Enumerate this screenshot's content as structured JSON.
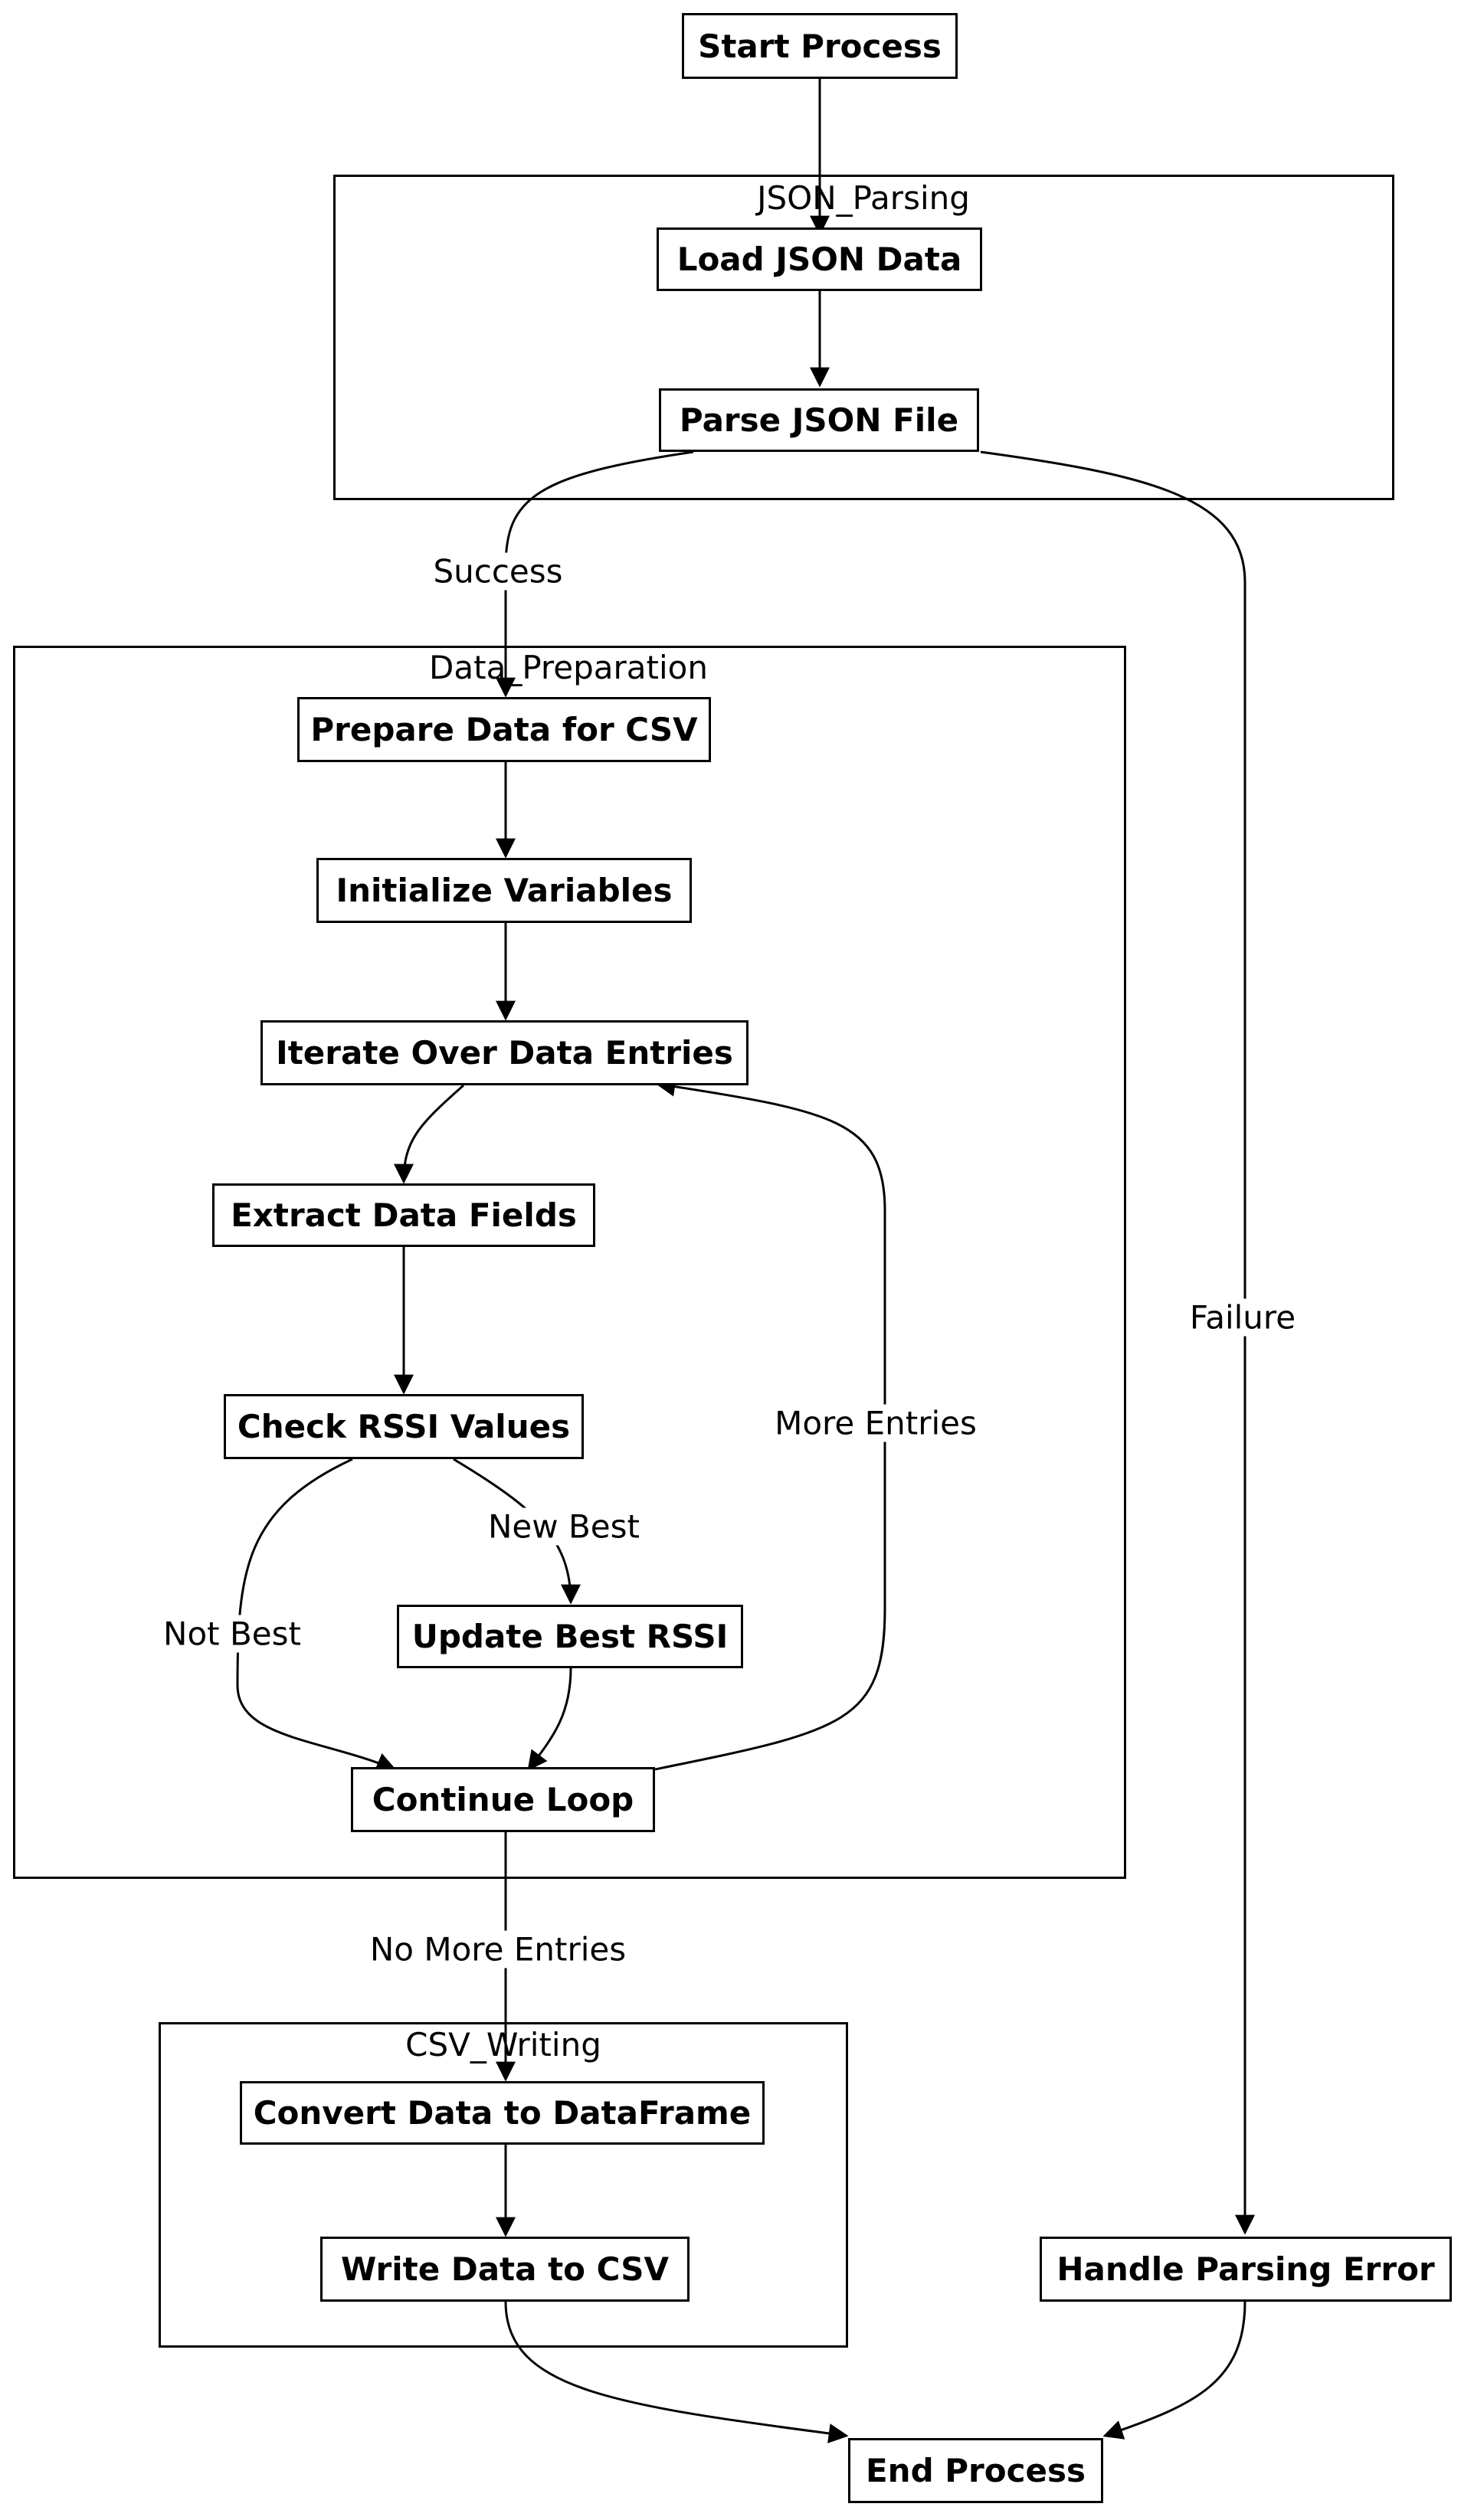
{
  "groups": {
    "json_parsing": "JSON_Parsing",
    "data_preparation": "Data_Preparation",
    "csv_writing": "CSV_Writing"
  },
  "nodes": {
    "start": "Start Process",
    "load_json": "Load JSON Data",
    "parse_json": "Parse JSON File",
    "prepare_data": "Prepare Data for CSV",
    "init_vars": "Initialize Variables",
    "iterate": "Iterate Over Data Entries",
    "extract": "Extract Data Fields",
    "check_rssi": "Check RSSI Values",
    "update_best": "Update Best RSSI",
    "continue_loop": "Continue Loop",
    "convert_df": "Convert Data to DataFrame",
    "write_csv": "Write Data to CSV",
    "handle_error": "Handle Parsing Error",
    "end": "End Process"
  },
  "edge_labels": {
    "success": "Success",
    "failure": "Failure",
    "more_entries": "More Entries",
    "new_best": "New Best",
    "not_best": "Not Best",
    "no_more_entries": "No More Entries"
  },
  "colors": {
    "stroke": "#000000",
    "fill": "#ffffff"
  }
}
